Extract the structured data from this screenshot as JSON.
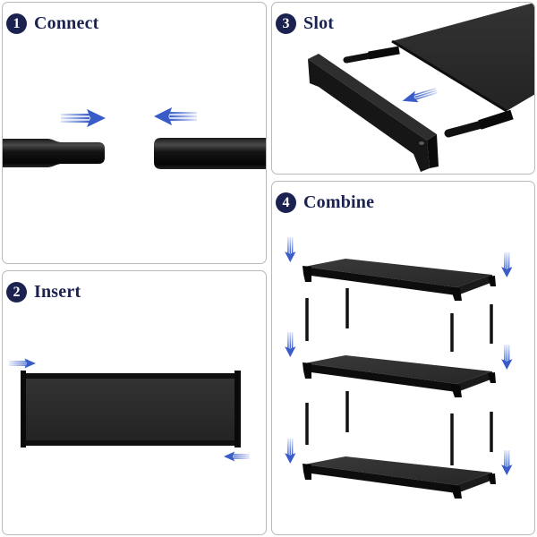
{
  "panels": {
    "connect": {
      "number": "1",
      "title": "Connect"
    },
    "slot": {
      "number": "3",
      "title": "Slot"
    },
    "insert": {
      "number": "2",
      "title": "Insert"
    },
    "combine": {
      "number": "4",
      "title": "Combine"
    }
  },
  "icons": {
    "direction_arrow": "arrow-icon"
  },
  "colors": {
    "badge": "#1b2250",
    "title": "#1b2250",
    "arrow": "#3a5cc8",
    "parts": "#111111",
    "fabric": "#2b2b2b",
    "border": "#b9b9b9"
  }
}
